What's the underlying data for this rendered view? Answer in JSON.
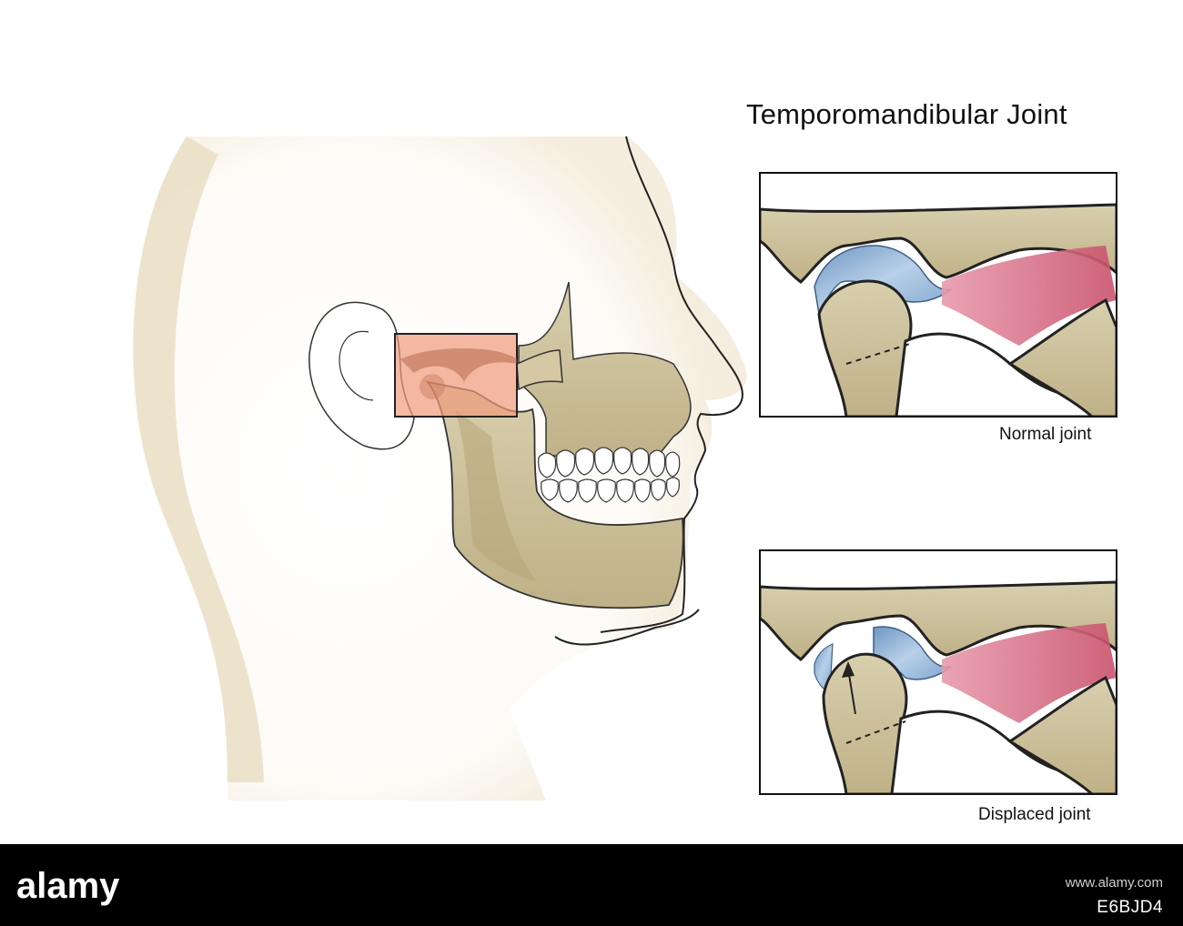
{
  "title": "Temporomandibular Joint",
  "panels": [
    {
      "caption": "Normal joint"
    },
    {
      "caption": "Displaced joint"
    }
  ],
  "footer": {
    "logo_text": "alamy",
    "image_id": "E6BJD4",
    "url": "www.alamy.com"
  },
  "colors": {
    "bone": "#cfc3a0",
    "bone_shadow": "#b9a978",
    "skin": "#f0e7d4",
    "disc": "#8fb2d6",
    "ligament": "#d86f86",
    "highlight_box": "#ef9a7c",
    "footer": "#000000"
  }
}
